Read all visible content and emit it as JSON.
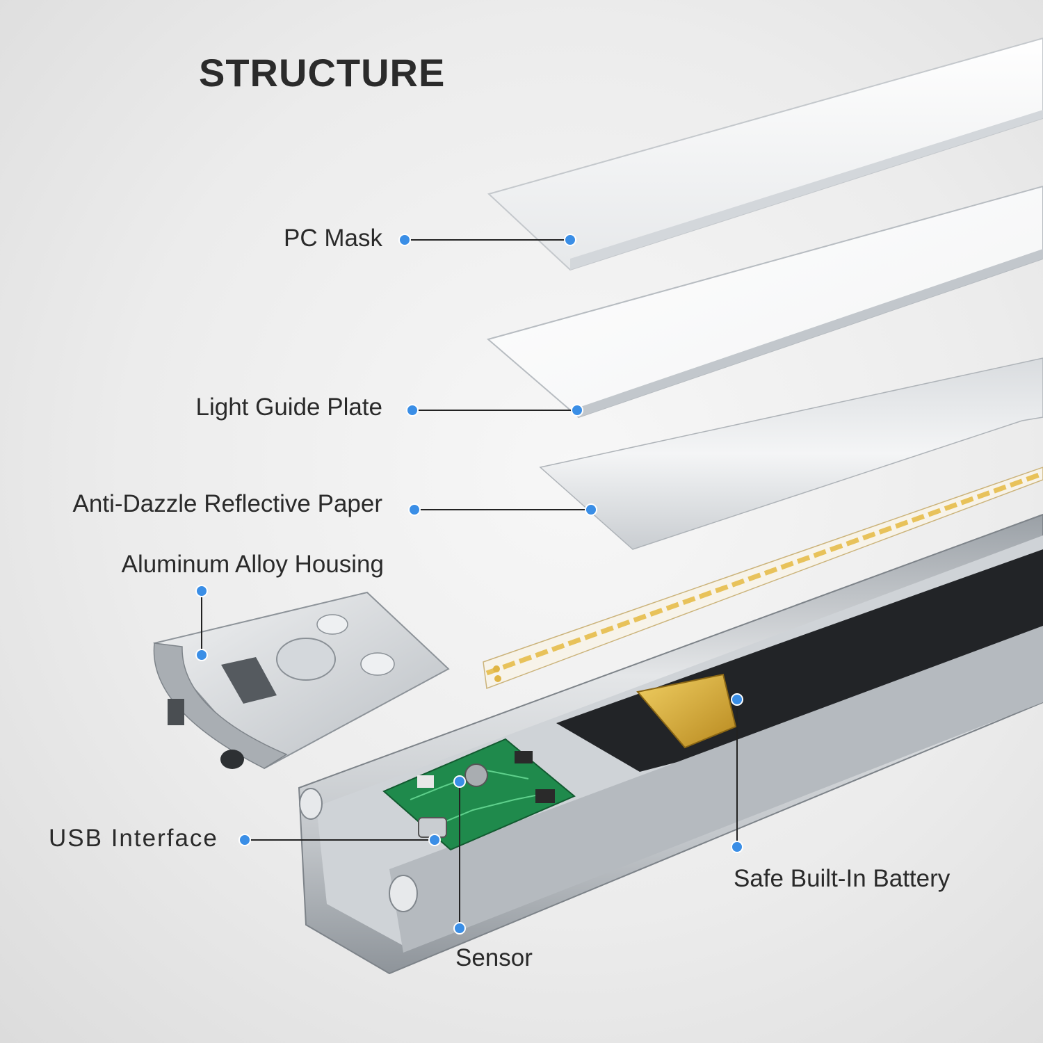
{
  "title": "STRUCTURE",
  "labels": {
    "pc_mask": "PC Mask",
    "light_guide_plate": "Light Guide Plate",
    "reflective_paper": "Anti-Dazzle Reflective Paper",
    "housing": "Aluminum Alloy Housing",
    "usb_interface": "USB Interface",
    "sensor": "Sensor",
    "battery": "Safe Built-In Battery"
  },
  "colors": {
    "callout_dot": "#3a8ee6",
    "callout_line": "#222222",
    "led_chip": "#e8c25a",
    "pcb": "#1f8a4c",
    "housing_silver": "#c8ccd0"
  }
}
